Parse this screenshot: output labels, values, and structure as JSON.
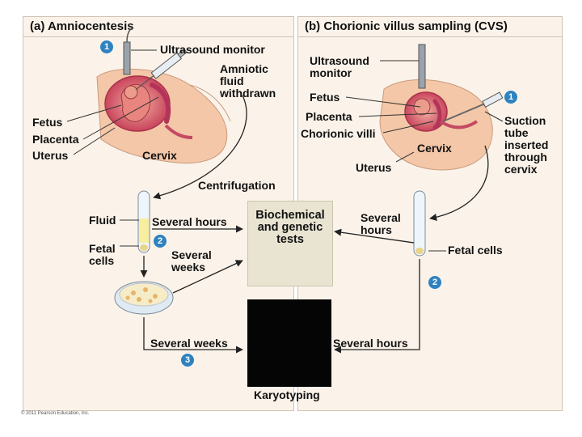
{
  "panel_a": {
    "title": "(a) Amniocentesis",
    "ultrasound": "Ultrasound monitor",
    "amniotic": "Amniotic\nfluid\nwithdrawn",
    "fetus": "Fetus",
    "placenta": "Placenta",
    "uterus": "Uterus",
    "cervix": "Cervix",
    "centrifugation": "Centrifugation",
    "fluid": "Fluid",
    "fetal_cells": "Fetal\ncells",
    "several_hours": "Several hours",
    "several_weeks_1": "Several\nweeks",
    "several_weeks_2": "Several weeks"
  },
  "panel_b": {
    "title": "(b) Chorionic villus sampling (CVS)",
    "ultrasound": "Ultrasound\nmonitor",
    "fetus": "Fetus",
    "placenta": "Placenta",
    "chorionic_villi": "Chorionic villi",
    "cervix": "Cervix",
    "uterus": "Uterus",
    "suction": "Suction\ntube\ninserted\nthrough\ncervix",
    "several_hours_1": "Several\nhours",
    "fetal_cells": "Fetal cells",
    "several_hours_2": "Several hours"
  },
  "center": {
    "biochemical": "Biochemical\nand genetic\ntests",
    "karyotyping": "Karyotyping"
  },
  "steps": {
    "a1": "1",
    "a2": "2",
    "a3": "3",
    "b1": "1",
    "b2": "2"
  },
  "copyright": "© 2011 Pearson Education, Inc.",
  "colors": {
    "step_badge": "#2e82bf",
    "panel_bg": "#fbf3ea",
    "box_bg": "#e9e4d2",
    "skin": "#f3c7a8",
    "uterus": "#d9546a"
  }
}
